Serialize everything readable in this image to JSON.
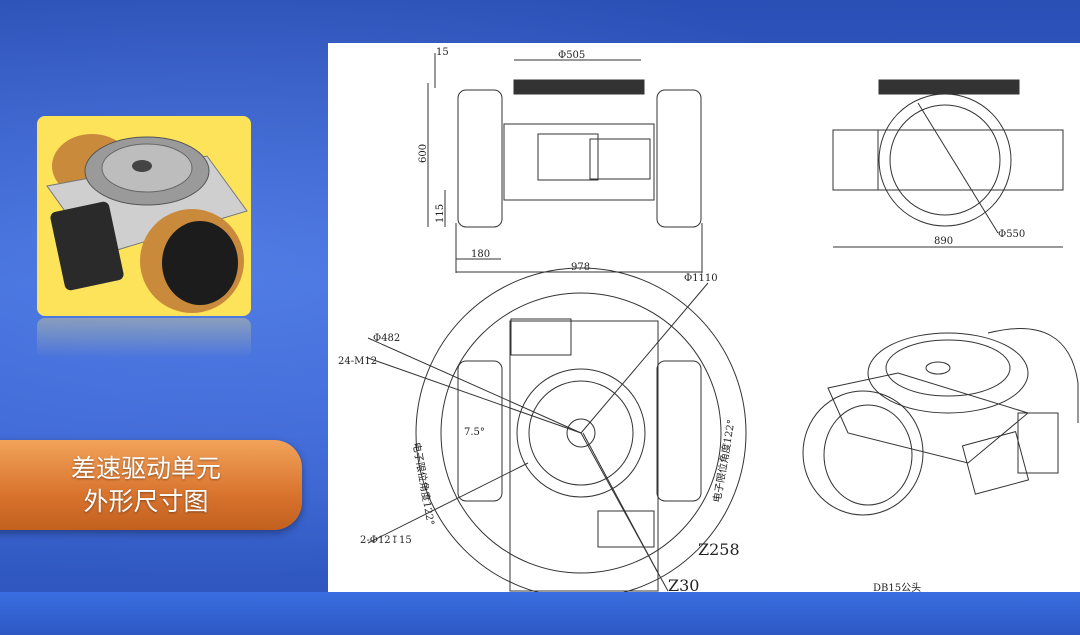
{
  "title": {
    "line1": "差速驱动单元",
    "line2": "外形尺寸图"
  },
  "drawing": {
    "top_view": {
      "d505": "Φ505",
      "w15": "15",
      "h600": "600",
      "h115": "115",
      "w180": "180",
      "w978": "978"
    },
    "side_view": {
      "w890": "890",
      "d550": "Φ550"
    },
    "plan_view": {
      "d1110": "Φ1110",
      "d482": "Φ482",
      "bolts": "24-M12",
      "angle": "7.5°",
      "holes": "2-Φ12↧15",
      "z258": "Z258",
      "z30": "Z30",
      "limit_left": "电子限位角度122°",
      "limit_right": "电子限位角度122°"
    },
    "iso_view": {
      "connector": "DB15公头"
    }
  },
  "colors": {
    "label_orange": "#d9742e",
    "photo_bg": "#fde35a",
    "bg_blue": "#3d6ad8"
  }
}
